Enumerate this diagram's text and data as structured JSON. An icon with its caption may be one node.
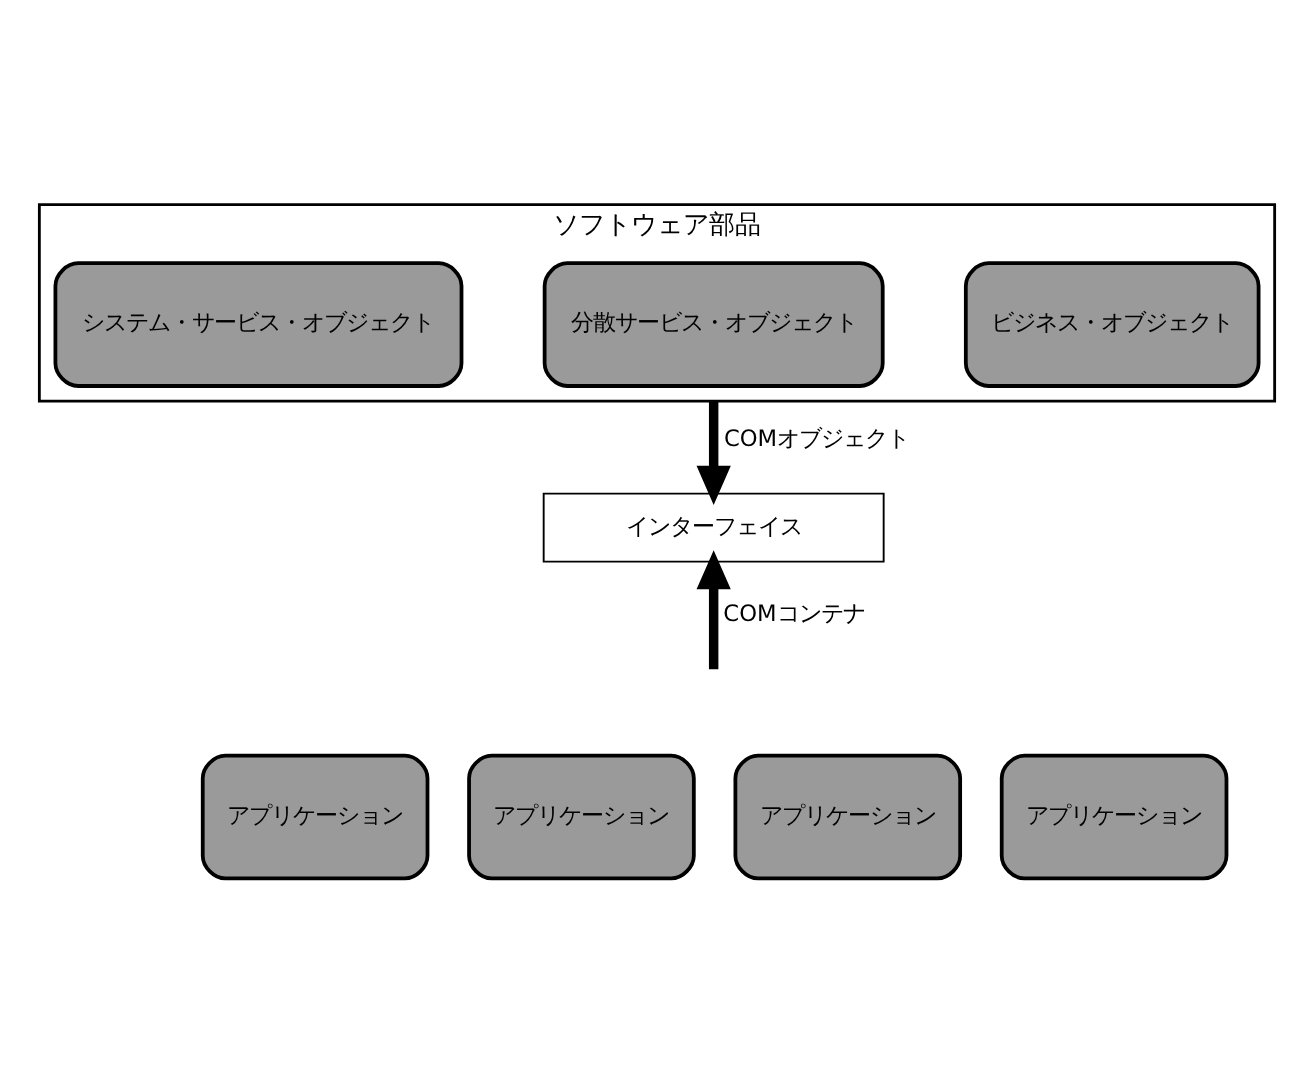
{
  "diagram": {
    "nodes": [
      {
        "text": [
          "ソフトウェア部品"
        ]
      },
      {
        "text": [
          "システム・サービス・オブジェクト"
        ],
        "in": 0
      },
      {
        "text": [
          "分散サービス・オブジェクト"
        ],
        "in": 0
      },
      {
        "text": [
          "ビジネス・オブジェクト"
        ],
        "in": 0
      },
      {
        "text": [
          "インターフェイス"
        ]
      },
      {
        "text": [
          "アプリケーション"
        ]
      },
      {
        "text": [
          "アプリケーション"
        ]
      },
      {
        "text": [
          "アプリケーション"
        ]
      },
      {
        "text": [
          "アプリケーション"
        ]
      }
    ],
    "edges": [
      {
        "from": 0,
        "to": 4,
        "arrow": "to",
        "label": "COMオブジェクト"
      },
      {
        "from": null,
        "to": 4,
        "arrow": "to",
        "label": "COMコンテナ"
      }
    ]
  }
}
